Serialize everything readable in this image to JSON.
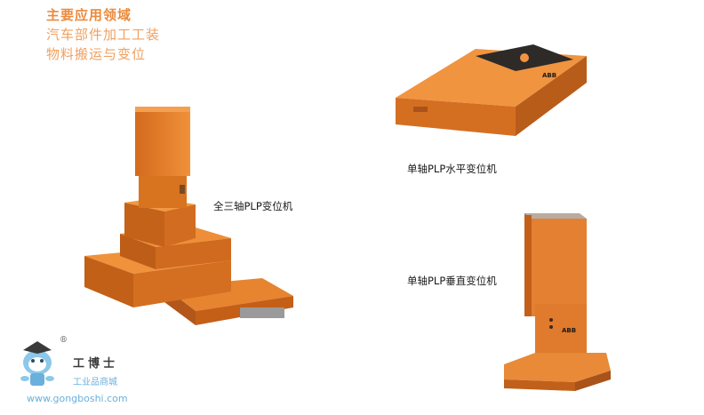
{
  "header": {
    "title": "主要应用领域",
    "lines": [
      "汽车部件加工工装",
      "物料搬运与变位"
    ]
  },
  "products": {
    "three_axis": {
      "caption": "全三轴PLP变位机"
    },
    "horizontal": {
      "caption": "单轴PLP水平变位机"
    },
    "vertical": {
      "caption": "单轴PLP垂直变位机"
    }
  },
  "watermark": {
    "name": "工博士",
    "subtitle": "工业品商城",
    "url": "www.gongboshi.com",
    "mark": "®"
  },
  "colors": {
    "accent": "#ec8a3c",
    "machine_orange": "#e07a28",
    "watermark_blue": "#6ab0dc"
  }
}
